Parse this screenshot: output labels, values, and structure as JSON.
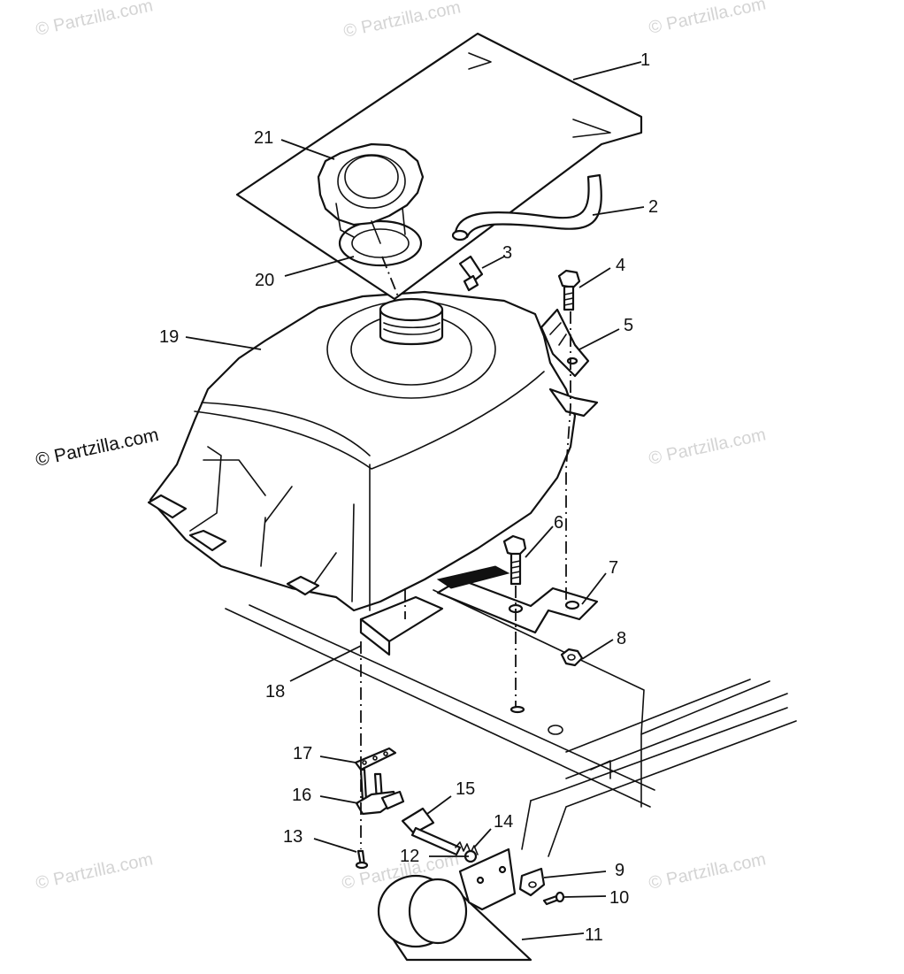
{
  "diagram": {
    "copyright": "© Partzilla.com",
    "watermark": "© Partzilla.com",
    "callouts": [
      "1",
      "2",
      "3",
      "4",
      "5",
      "6",
      "7",
      "8",
      "9",
      "10",
      "11",
      "12",
      "13",
      "14",
      "15",
      "16",
      "17",
      "18",
      "19",
      "20",
      "21"
    ]
  }
}
